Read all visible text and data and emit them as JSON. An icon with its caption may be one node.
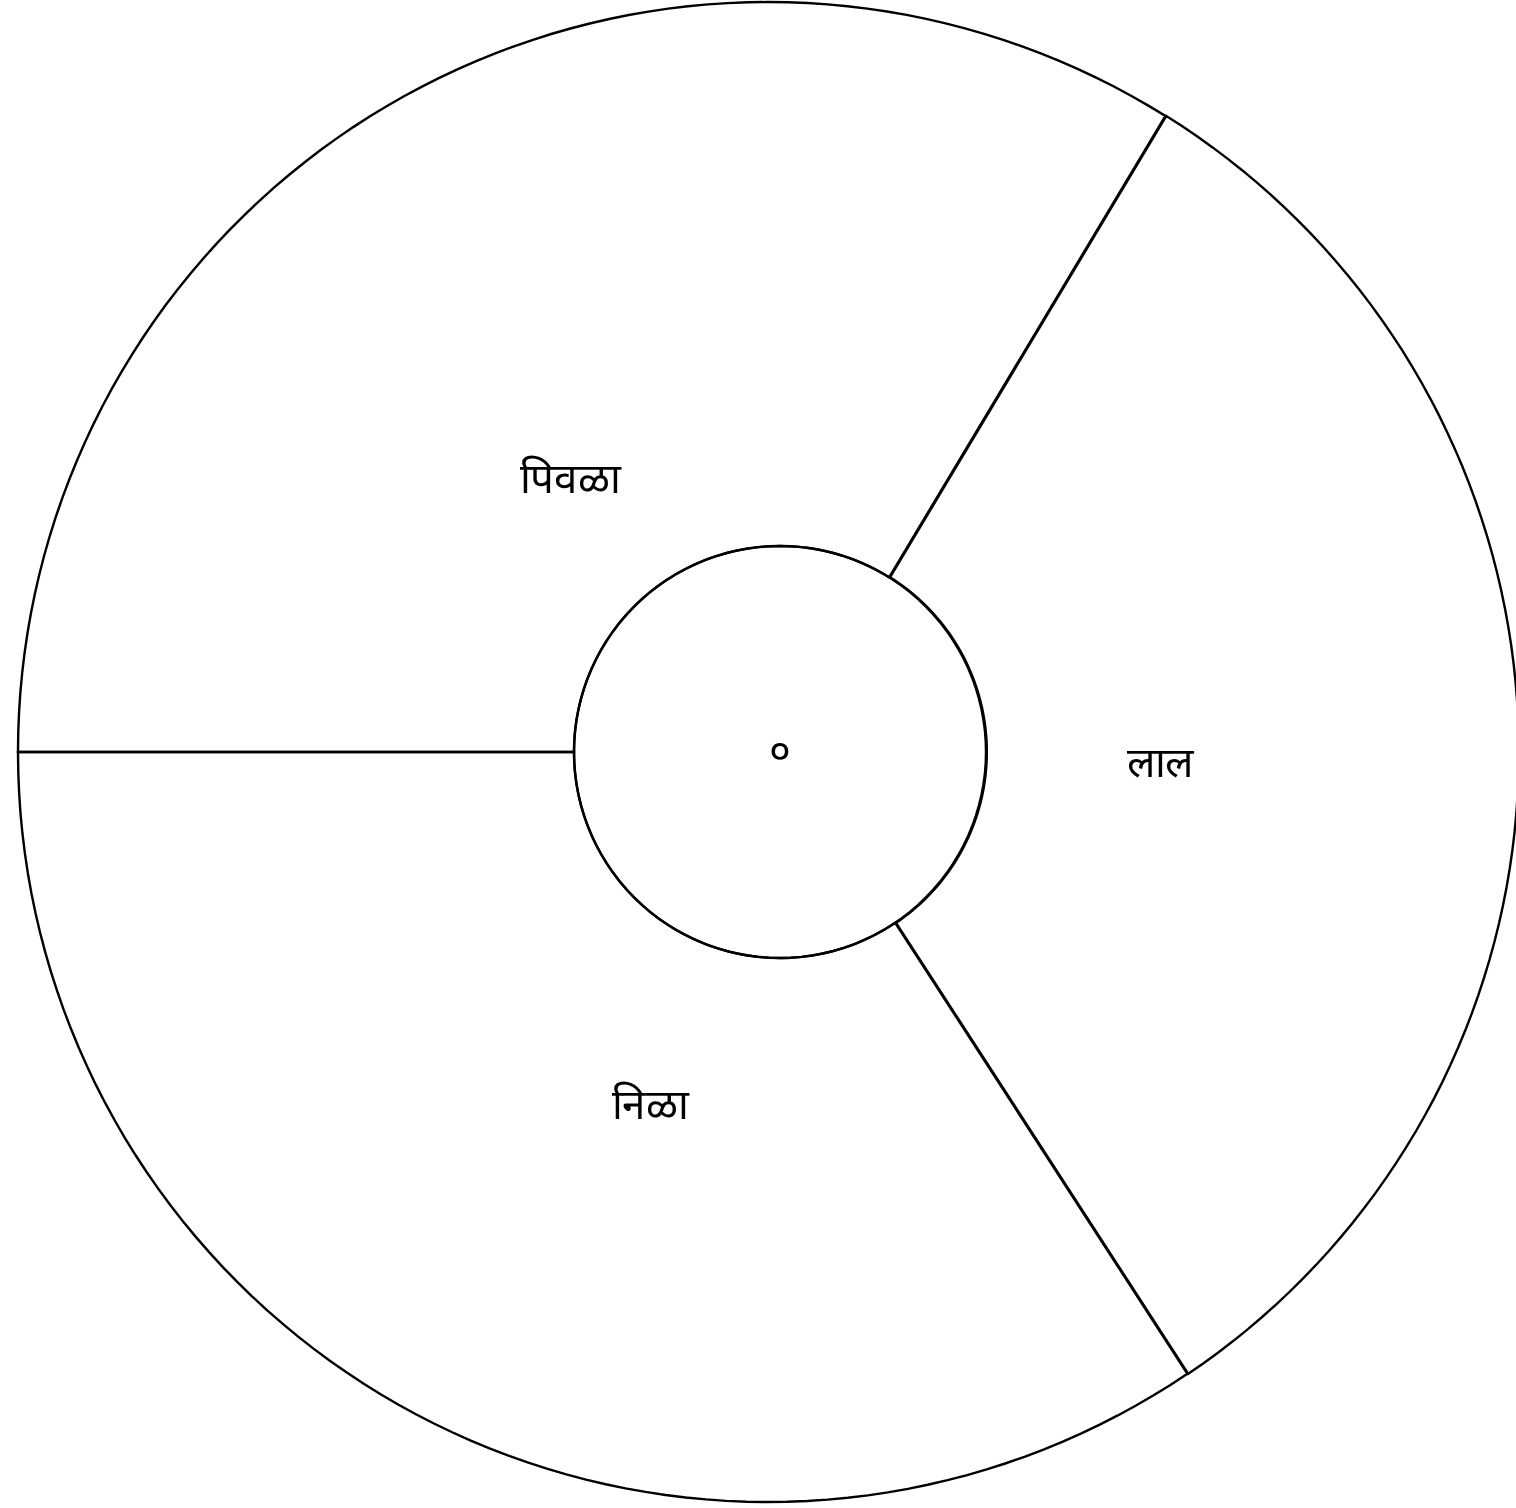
{
  "diagram": {
    "nodes": [
      {
        "text": [
          "पिवळा"
        ]
      },
      {
        "text": [
          "लाल"
        ]
      },
      {
        "text": [
          "निळा"
        ]
      },
      {
        "text": [
          "०"
        ]
      }
    ],
    "edges": []
  }
}
